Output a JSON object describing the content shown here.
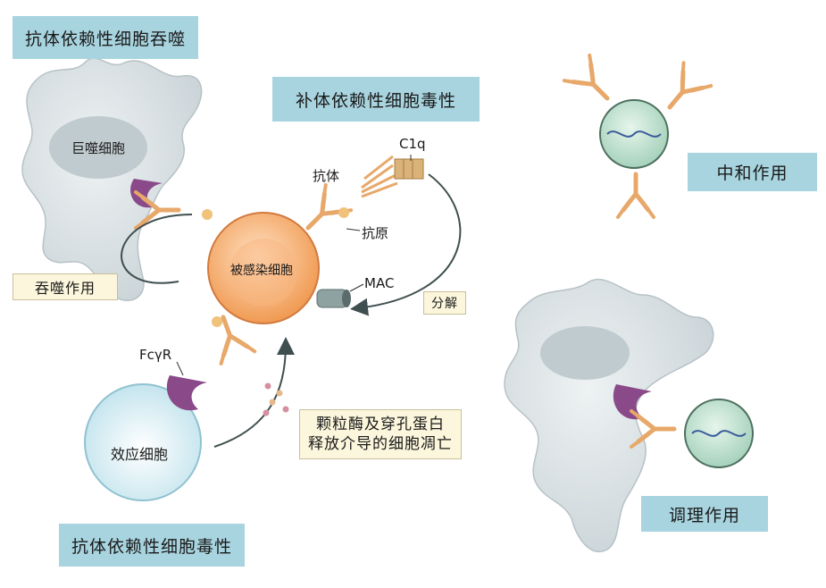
{
  "boxes": {
    "adcp": "抗体依赖性细胞吞噬",
    "cdc": "补体依赖性细胞毒性",
    "neutralization": "中和作用",
    "phagocytosis": "吞噬作用",
    "lysis": "分解",
    "granule_line1": "颗粒酶及穿孔蛋白",
    "granule_line2": "释放介导的细胞凋亡",
    "adcc": "抗体依赖性细胞毒性",
    "opsonization": "调理作用"
  },
  "labels": {
    "macrophage": "巨噬细胞",
    "infected_cell": "被感染细胞",
    "effector_cell": "效应细胞",
    "antibody": "抗体",
    "antigen": "抗原",
    "c1q": "C1q",
    "mac": "MAC",
    "fcgr": "FcγR"
  },
  "colors": {
    "label_box": "#a8d4df",
    "note_box": "#fbf6dc",
    "antibody": "#e7a86a",
    "macrophage": "#d9e1e4",
    "infected_cell": "#f4a15d",
    "effector_cell": "#cfe9f0",
    "receptor": "#8a4a8a",
    "virus": "#b5dcc8"
  }
}
